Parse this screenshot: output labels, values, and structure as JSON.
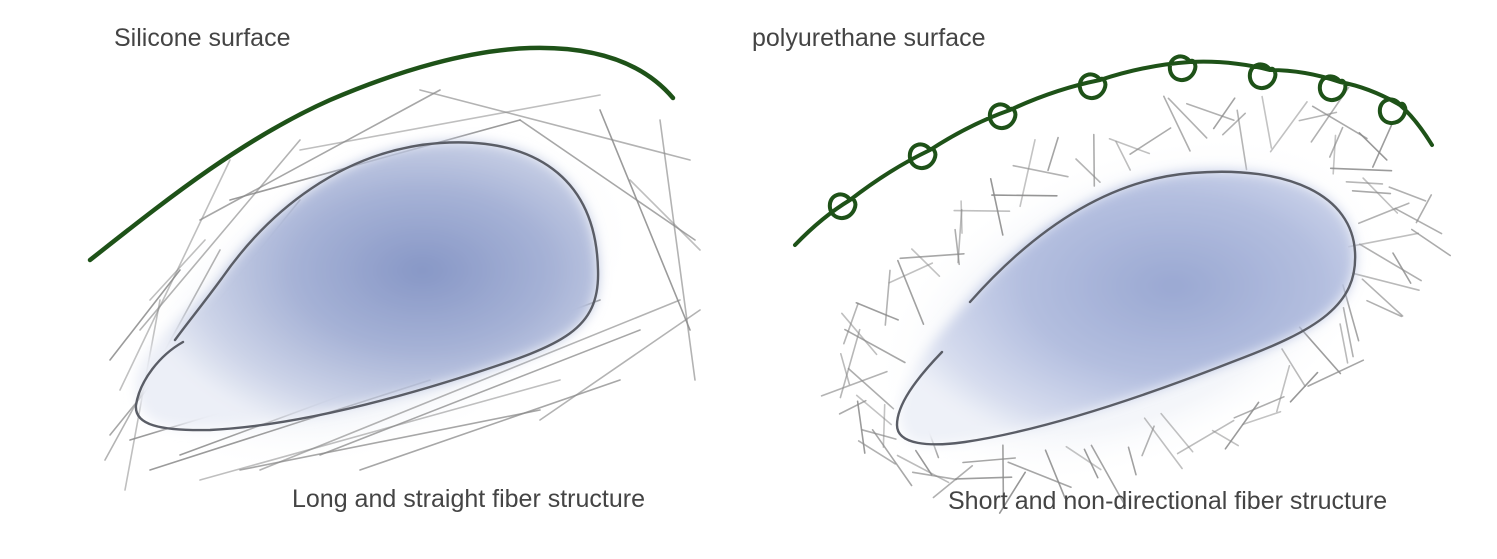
{
  "panels": [
    {
      "surface_label": "Silicone surface",
      "fiber_label": "Long and straight fiber structure"
    },
    {
      "surface_label": "polyurethane surface",
      "fiber_label": "Short and non-directional fiber structure"
    }
  ],
  "colors": {
    "surface_line": "#1e5218",
    "implant_outline": "#5a5d66",
    "implant_fill": "#8e9cc8",
    "fiber": "#8a8a8a",
    "text": "#444444"
  }
}
